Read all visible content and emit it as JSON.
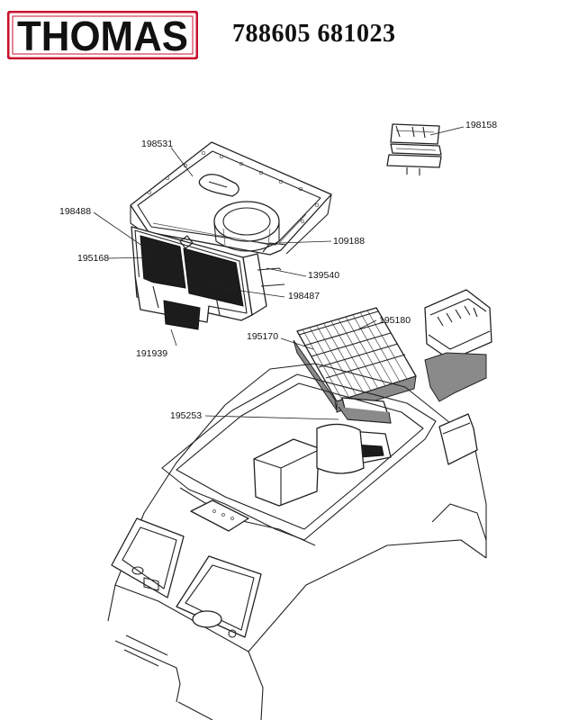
{
  "header": {
    "logo_text": "THOMAS",
    "model_numbers": "788605 681023"
  },
  "colors": {
    "logo_red": "#c8102e",
    "line": "#222222"
  },
  "parts": [
    {
      "id": "p198158",
      "number": "198158"
    },
    {
      "id": "p198531",
      "number": "198531"
    },
    {
      "id": "p198488",
      "number": "198488"
    },
    {
      "id": "p109188",
      "number": "109188"
    },
    {
      "id": "p195168",
      "number": "195168"
    },
    {
      "id": "p139540",
      "number": "139540"
    },
    {
      "id": "p198487",
      "number": "198487"
    },
    {
      "id": "p195180",
      "number": "195180"
    },
    {
      "id": "p195170",
      "number": "195170"
    },
    {
      "id": "p191939",
      "number": "191939"
    },
    {
      "id": "p195253",
      "number": "195253"
    }
  ]
}
